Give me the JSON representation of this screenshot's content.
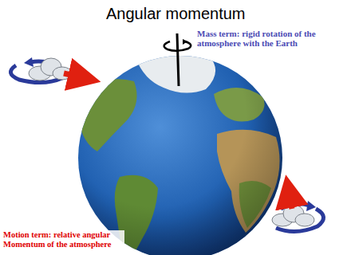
{
  "diagram": {
    "title": "Angular momentum",
    "labels": [
      "Mass term: rigid rotation of the atmosphere with the Earth",
      "Motion term: relative angular Momentum of the atmosphere"
    ]
  }
}
